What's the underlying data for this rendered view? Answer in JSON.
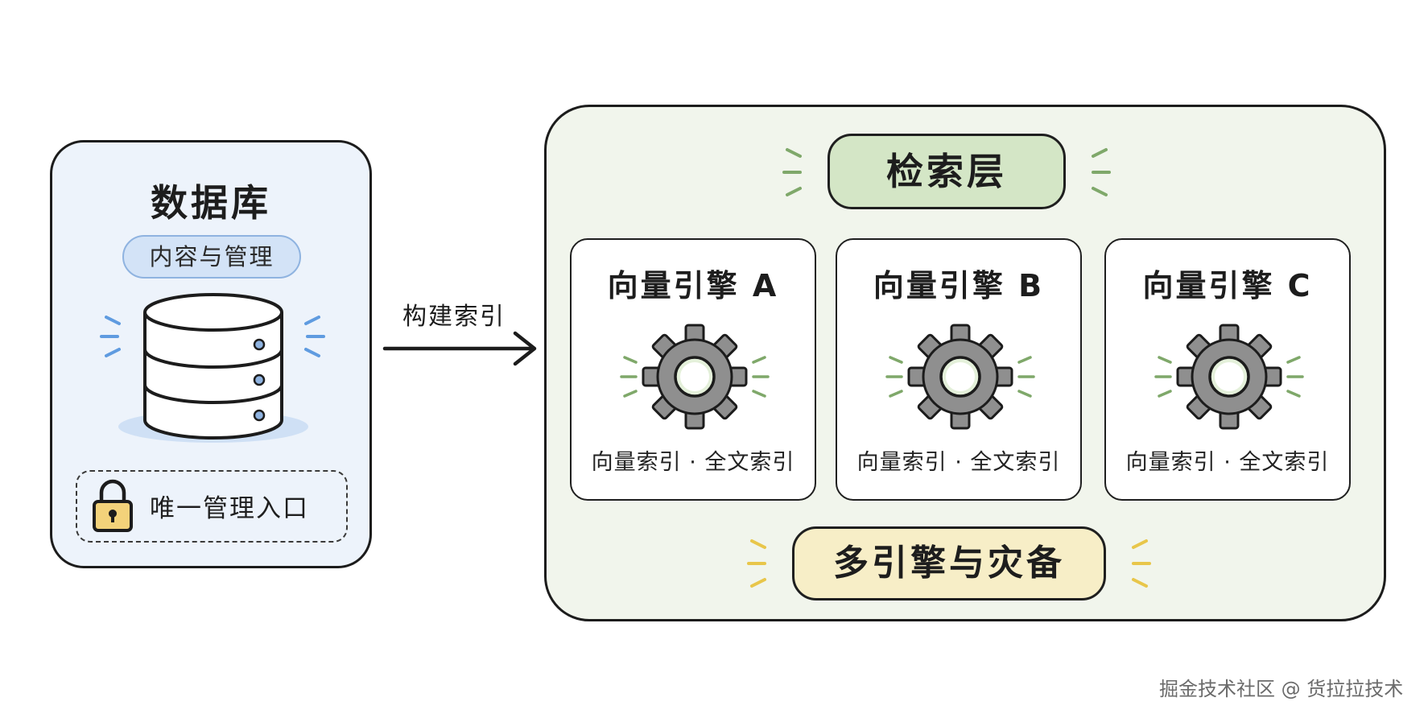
{
  "database": {
    "title": "数据库",
    "badge": "内容与管理",
    "entry_label": "唯一管理入口"
  },
  "arrow": {
    "label": "构建索引"
  },
  "retrieval": {
    "title": "检索层",
    "engines": [
      {
        "title": "向量引擎 A",
        "subtitle": "向量索引 · 全文索引"
      },
      {
        "title": "向量引擎 B",
        "subtitle": "向量索引 · 全文索引"
      },
      {
        "title": "向量引擎 C",
        "subtitle": "向量索引 · 全文索引"
      }
    ],
    "footer": "多引擎与灾备"
  },
  "watermark": "掘金技术社区 @ 货拉拉技术",
  "icons": {
    "database": "database-cylinder-icon",
    "lock": "lock-icon",
    "gear": "gear-icon",
    "arrow": "arrow-right-icon"
  },
  "colors": {
    "db_card_bg": "#edf3fb",
    "db_badge_bg": "#d3e3f7",
    "retrieval_bg": "#f1f5ec",
    "retrieval_title_bg": "#d4e6c6",
    "footer_bg": "#f7eec7",
    "gear": "#8f8f8f",
    "accent_blue": "#5f9be0",
    "accent_green": "#7fa86a",
    "accent_yellow": "#e8c64a"
  }
}
